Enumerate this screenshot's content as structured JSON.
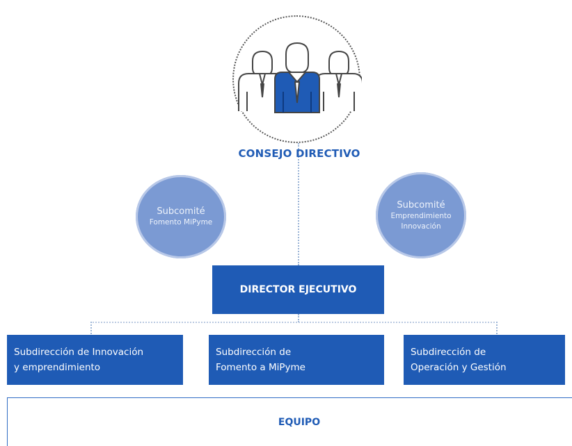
{
  "board": {
    "title": "CONSEJO DIRECTIVO",
    "icon": "board-members-icon"
  },
  "subcommittees": [
    {
      "title": "Subcomité",
      "subtitle": "Fomento MiPyme"
    },
    {
      "title": "Subcomité",
      "subtitle_line1": "Emprendimiento",
      "subtitle_line2": "Innovación"
    }
  ],
  "director": {
    "label": "DIRECTOR EJECUTIVO"
  },
  "subdirections": [
    {
      "line1": "Subdirección de Innovación",
      "line2": "y emprendimiento"
    },
    {
      "line1": "Subdirección de",
      "line2": "Fomento a MiPyme"
    },
    {
      "line1": "Subdirección de",
      "line2": "Operación y Gestión"
    }
  ],
  "team": {
    "label": "EQUIPO"
  },
  "colors": {
    "primary": "#1f5bb5",
    "circle": "#7b9ad3",
    "connector": "#9bb4d6"
  }
}
